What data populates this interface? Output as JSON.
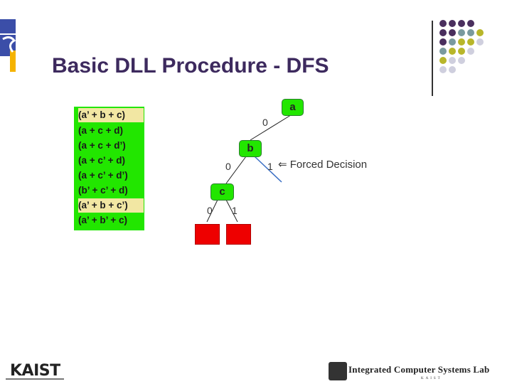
{
  "slide": {
    "title": "Basic DLL Procedure - DFS"
  },
  "clauses": [
    {
      "text": "(a’ + b + c)",
      "satisfied": true
    },
    {
      "text": "(a + c + d)",
      "satisfied": false
    },
    {
      "text": "(a + c + d’)",
      "satisfied": false
    },
    {
      "text": "(a + c’ + d)",
      "satisfied": false
    },
    {
      "text": "(a + c’ + d’)",
      "satisfied": false
    },
    {
      "text": "(b’ + c’ + d)",
      "satisfied": false
    },
    {
      "text": "(a’ + b + c’)",
      "satisfied": true
    },
    {
      "text": "(a’ + b’ + c)",
      "satisfied": false
    }
  ],
  "tree": {
    "nodes": {
      "a": "a",
      "b": "b",
      "c": "c"
    },
    "edges": {
      "a_left": "0",
      "b_left": "0",
      "b_right": "1",
      "c_left": "0",
      "c_right": "1"
    },
    "forced_decision": "⇐ Forced Decision"
  },
  "colors": {
    "title": "#3d2a5e",
    "clause_green": "#22e600",
    "satisfied_clause": "#f2e7a3",
    "conflict_leaf": "#ee0000",
    "forced_arrow": "#3a6fc4",
    "deco_purple": "#4a2f5e",
    "deco_teal": "#7a9a9e",
    "deco_olive": "#b8b62a",
    "deco_grey": "#cfcfde"
  },
  "footer": {
    "left_logo": "KAIST",
    "right_logo": "Integrated Computer Systems Lab",
    "right_sub": "KAIST"
  }
}
